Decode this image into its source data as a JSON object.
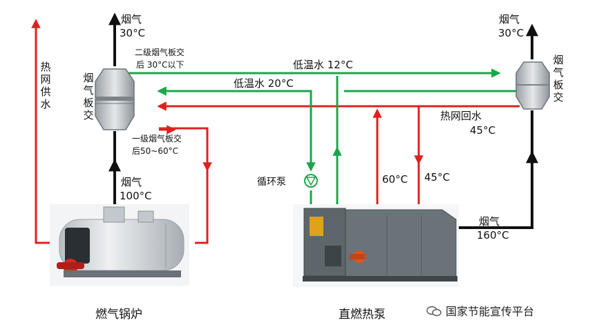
{
  "colors": {
    "hot": "#e02020",
    "low": "#1aa64a",
    "flue": "#111111",
    "exchanger": "#c9cdd1",
    "boiler": "#d6d9dd",
    "pump_body": "#5a6266"
  },
  "left_exchanger": {
    "label": "烟气板交",
    "outlet_label": "烟气",
    "outlet_temp": "30°C",
    "inlet_label": "烟气",
    "inlet_temp": "100°C"
  },
  "right_exchanger": {
    "label": "烟气板交",
    "outlet_label": "烟气",
    "outlet_temp": "30°C"
  },
  "notes": {
    "stage2_line1": "二级烟气板交",
    "stage2_line2": "后 30°C以下",
    "stage1_line1": "一级烟气板交",
    "stage1_line2": "后50~60°C"
  },
  "pipes": {
    "supply": "热网供水",
    "low_temp_12": "低温水 12°C",
    "low_temp_20": "低温水 20°C",
    "return_label": "热网回水",
    "return_temp": "45°C",
    "circ_pump": "循环泵",
    "hot_60": "60°C",
    "hot_45": "45°C",
    "flue_label": "烟气",
    "flue_temp": "160°C"
  },
  "equipment": {
    "boiler": "燃气锅炉",
    "heat_pump": "直燃热泵"
  },
  "watermark": "国家节能宣传平台"
}
